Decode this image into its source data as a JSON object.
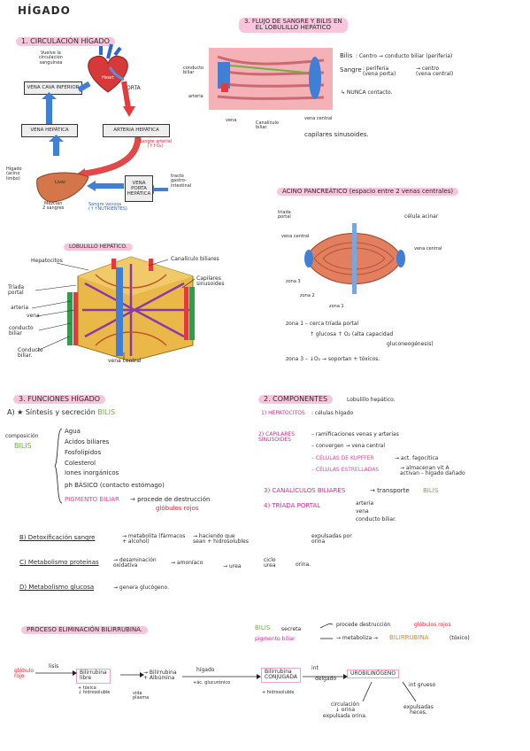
{
  "title": "HÍGADO",
  "s1": {
    "heading": "1. CIRCULACIÓN HÍGADO",
    "vuelve": "Vuelve la\ncirculación\nsanguínea",
    "heart": "Heart",
    "aorta": "AORTA",
    "cava": "VENA CAVA INFERIOR",
    "hepatica": "VENA HEPÁTICA",
    "arteria": "ARTERIA HEPÁTICA",
    "sangre_art": "Sangre arterial\n(↑↑O₂)",
    "higado": "Hígado\n(acino\nlimbo)",
    "liver": "Liver",
    "mezclan": "Mezclan\n2 sangres",
    "porta": "VENA\nPORTA\nHEPÁTICA",
    "tracto": "tracto\ngastro-\nintestinal",
    "sangre_ven": "Sangre venosa\n(↑↑NUTRIENTES)"
  },
  "lobulillo": {
    "title": "LOBULILLO HEPÁTICO.",
    "hepatocitos": "Hepatocitos",
    "triada": "Tríada\nportal",
    "arteria": "arteria",
    "vena": "vena",
    "conducto": "conducto\nbiliar",
    "conducto_biliar": "Conducto\nbiliar.",
    "canaliculo": "Canalículo biliares",
    "capilares": "Capilares\nsinusoides",
    "vena_central": "vena central"
  },
  "s3flujo": {
    "title": "3. FLUJO DE SANGRE Y BILIS EN\nEL LOBULILLO HEPÁTICO",
    "conducto": "conducto\nbiliar",
    "arteria": "arteria",
    "vena": "vena",
    "canaliculo": "Canalículo\nbiliar.",
    "vena_central": "vena central",
    "capilares": "capilares sinusoides.",
    "bilis_label": "Bilis",
    "bilis_line": ": Centro → conducto biliar (periferia)",
    "sangre_label": "Sangre",
    "sangre_line": ": periferia\n(vena porta)",
    "sangre_to": "→ centro\n(vena central)",
    "nunca": "↳ NUNCA contacto."
  },
  "acino": {
    "title": "ACINO PANCREÁTICO (espacio entre 2 venas centrales)",
    "triada": "tríada\nportal",
    "celula": "célula acinar",
    "vena_central_l": "vena central",
    "vena_central_r": "vena central",
    "zona3": "zona 3",
    "zona2": "zona 2",
    "zona1": "zona 1",
    "z1_line1": "zona 1 – cerca tríada portal",
    "z1_line2": "↑ glucosa ↑ O₂ (alta capacidad",
    "z1_line3": "gluconeogénesis)",
    "z3_line": "zona 3 – ↓O₂ → soportan + tóxicos."
  },
  "funciones": {
    "heading": "3. FUNCIONES HÍGADO",
    "a_prefix": "A) ★ Síntesis y secreción",
    "a_bilis": "BILIS",
    "comp": "composición",
    "comp_bilis": "BILIS",
    "items": [
      "Agua",
      "Ácidos biliares",
      "Fosfolípidos",
      "Colesterol",
      "Iones inorgánicos"
    ],
    "ph": "ph BÁSICO (contacto estómago)",
    "pigmento": "PIGMENTO BILIAR",
    "pigmento_to": "→ procede de destrucción",
    "globulos": "glóbulos rojos"
  },
  "componentes": {
    "heading": "2. COMPONENTES",
    "sub": "Lobulillo hepático.",
    "c1_label": "1) HEPATOCITOS",
    "c1_text": ": células hígado",
    "c2_label": "2) CAPILARES\nSINUSOIDES",
    "c2_l1": "– ramificaciones venas y arterias",
    "c2_l2": "– convergen → vena central",
    "c2_l3": "– CÉLULAS DE KUPFFER",
    "c2_l3b": "→ act. fagocítica",
    "c2_l4": "– CÉLULAS ESTRELLADAS",
    "c2_l4b": "→ almacenan vit A\nactivan – hígado dañado",
    "c3_label": "3) CANALÍCULOS BILIARES",
    "c3_text": "→ transporte",
    "c3_bilis": "BILIS",
    "c4_label": "4) TRÍADA PORTAL",
    "c4_items": [
      "arteria",
      "vena",
      "conducto biliar."
    ]
  },
  "bcd": {
    "b_label": "B) Detoxificación sangre",
    "b_text": "→ metabolita (fármacos\n+ alcohol)",
    "b_text2": "→ haciendo que\nsean + hidrosolubles",
    "b_text3": "expulsadas por\norina",
    "c_label": "C) Metabolismo proteínas",
    "c_text": "→ desaminación\noxidativa",
    "c_text2": "→ amoníaco",
    "c_text3": "→ urea",
    "c_text4": "ciclo\nurea",
    "c_text5": "orina.",
    "d_label": "D) Metabolismo glucosa",
    "d_text": "→ genera glucógeno."
  },
  "proceso": {
    "heading": "PROCESO ELIMINACIÓN BILIRRUBINA.",
    "bilis": "BILIS",
    "secreta": "secreta",
    "pigmento": "pigmento biliar",
    "procede": "procede destrucción",
    "globulos": "glóbulos rojos",
    "metaboliza": "→ metaboliza →",
    "bilirrubina": "BILIRRUBINA",
    "toxico": "(tóxico)",
    "globulo": "glóbulo\nrojo",
    "lisis": "lisis",
    "bil_libre": "Bilirrubina\nlibre",
    "toxica": "+ tóxica\n↓ hidrosoluble",
    "albumina": "→ Bilirrubina\n+ Albúmina",
    "vida": "vida\nplasma",
    "higado": "hígado",
    "acglu": "+ác. glucurónico",
    "bil_conj": "Bilirrubina\nCONJUGADA",
    "hidro": "+ hidrosoluble",
    "int": "int",
    "delgado": "delgado",
    "urob": "UROBILINÓGENO",
    "grueso": "int grueso",
    "circulacion": "circulación\n↓ orina\nexpulsada orina.",
    "heces": "expulsadas\nheces."
  },
  "colors": {
    "pink_highlight": "#f7c6dc",
    "red": "#e0242e",
    "blue": "#2a66c9",
    "green": "#6ab23b",
    "pink": "#e5459a",
    "orange": "#e8861e"
  }
}
